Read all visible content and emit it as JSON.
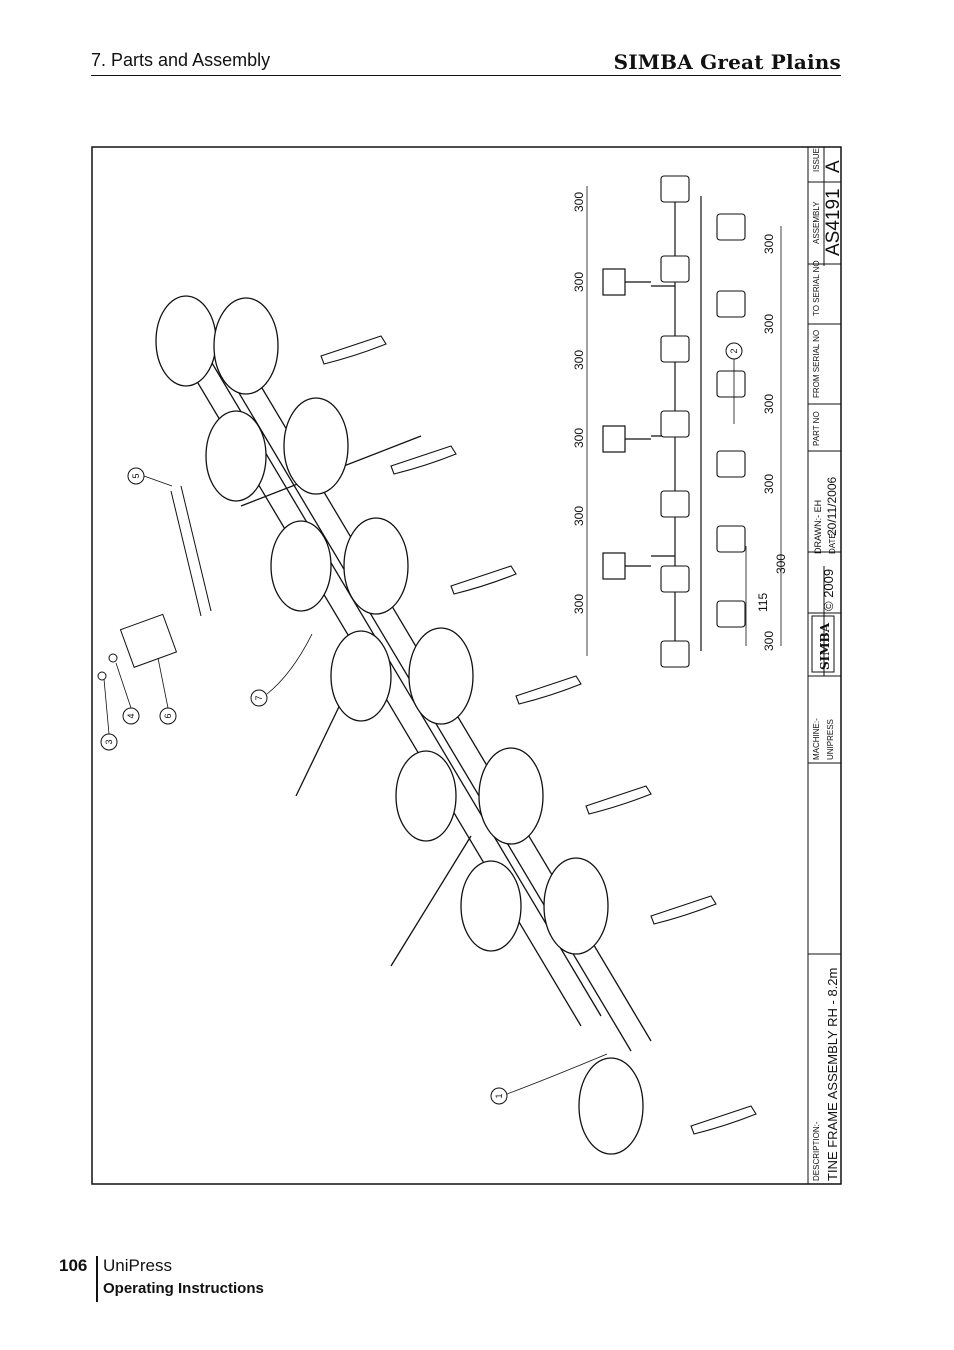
{
  "header": {
    "section": "7. Parts and Assembly",
    "brand": "SIMBA Great Plains"
  },
  "drawing": {
    "callouts": [
      "1",
      "2",
      "3",
      "4",
      "5",
      "6",
      "7"
    ],
    "dimensions": {
      "tine_spacing": "300",
      "offset": "115"
    },
    "title_block": {
      "issue_label": "ISSUE",
      "issue": "A",
      "assembly_label": "ASSEMBLY",
      "assembly": "AS4191",
      "to_serial_label": "TO SERIAL NO",
      "from_serial_label": "FROM SERIAL NO",
      "part_no_label": "PART NO",
      "drawn": "DRAWN:- EH",
      "date_label": "DATE:-",
      "date": "20/11/2006",
      "logo": "SIMBA",
      "copyright": "© 2009",
      "machine_label": "MACHINE:-",
      "machine": "UNIPRESS",
      "description_label": "DESCRIPTION:-",
      "description": "TINE FRAME ASSEMBLY RH - 8.2m"
    }
  },
  "footer": {
    "page": "106",
    "product": "UniPress",
    "doc": "Operating Instructions"
  }
}
